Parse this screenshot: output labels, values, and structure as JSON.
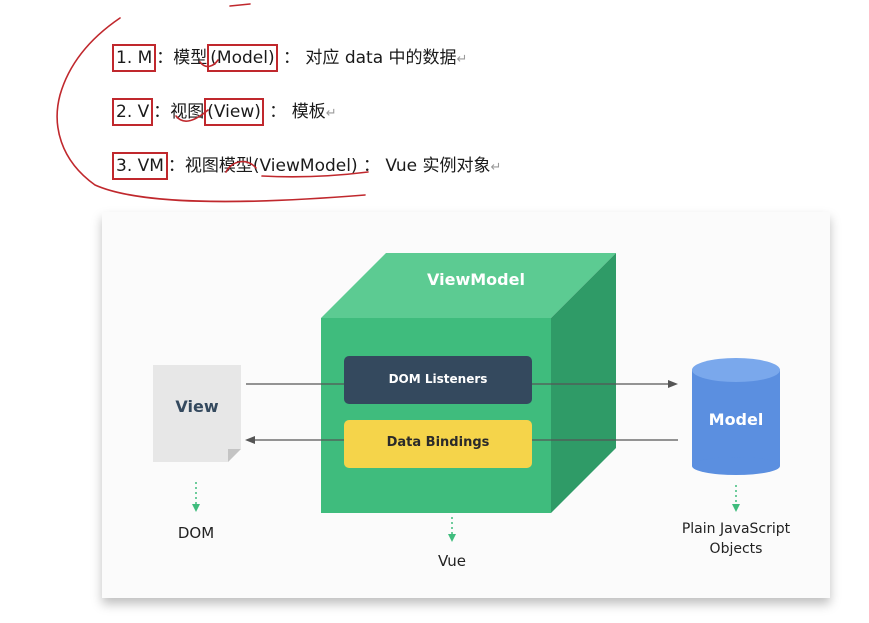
{
  "notes": [
    {
      "num": "1. M",
      "sep": "：",
      "term": "模型",
      "paren": "(Model)",
      "colon": "：",
      "desc": "对应 data 中的数据",
      "mark": "↵"
    },
    {
      "num": "2. V",
      "sep": "：",
      "term": "视图",
      "paren": "(View)",
      "colon": "：",
      "desc": "模板",
      "mark": "↵"
    },
    {
      "num": "3. VM",
      "sep": "：",
      "term": "视图模型",
      "paren": "(ViewModel)",
      "colon": "：",
      "desc": "Vue 实例对象",
      "mark": "↵"
    }
  ],
  "diagram": {
    "viewmodel_title": "ViewModel",
    "dom_listeners": "DOM Listeners",
    "data_bindings": "Data Bindings",
    "view_label": "View",
    "model_label": "Model",
    "dom_label": "DOM",
    "vue_label": "Vue",
    "model_caption_line1": "Plain JavaScript",
    "model_caption_line2": "Objects"
  },
  "colors": {
    "annotation_red": "#c0282d",
    "cube_front": "#3fbc7d",
    "cube_top": "#5ccb92",
    "cube_side": "#2f9b67",
    "dom_listeners_fill": "#34495e",
    "data_bindings_fill": "#f5d44a",
    "model_cylinder": "#5b8fe0"
  }
}
